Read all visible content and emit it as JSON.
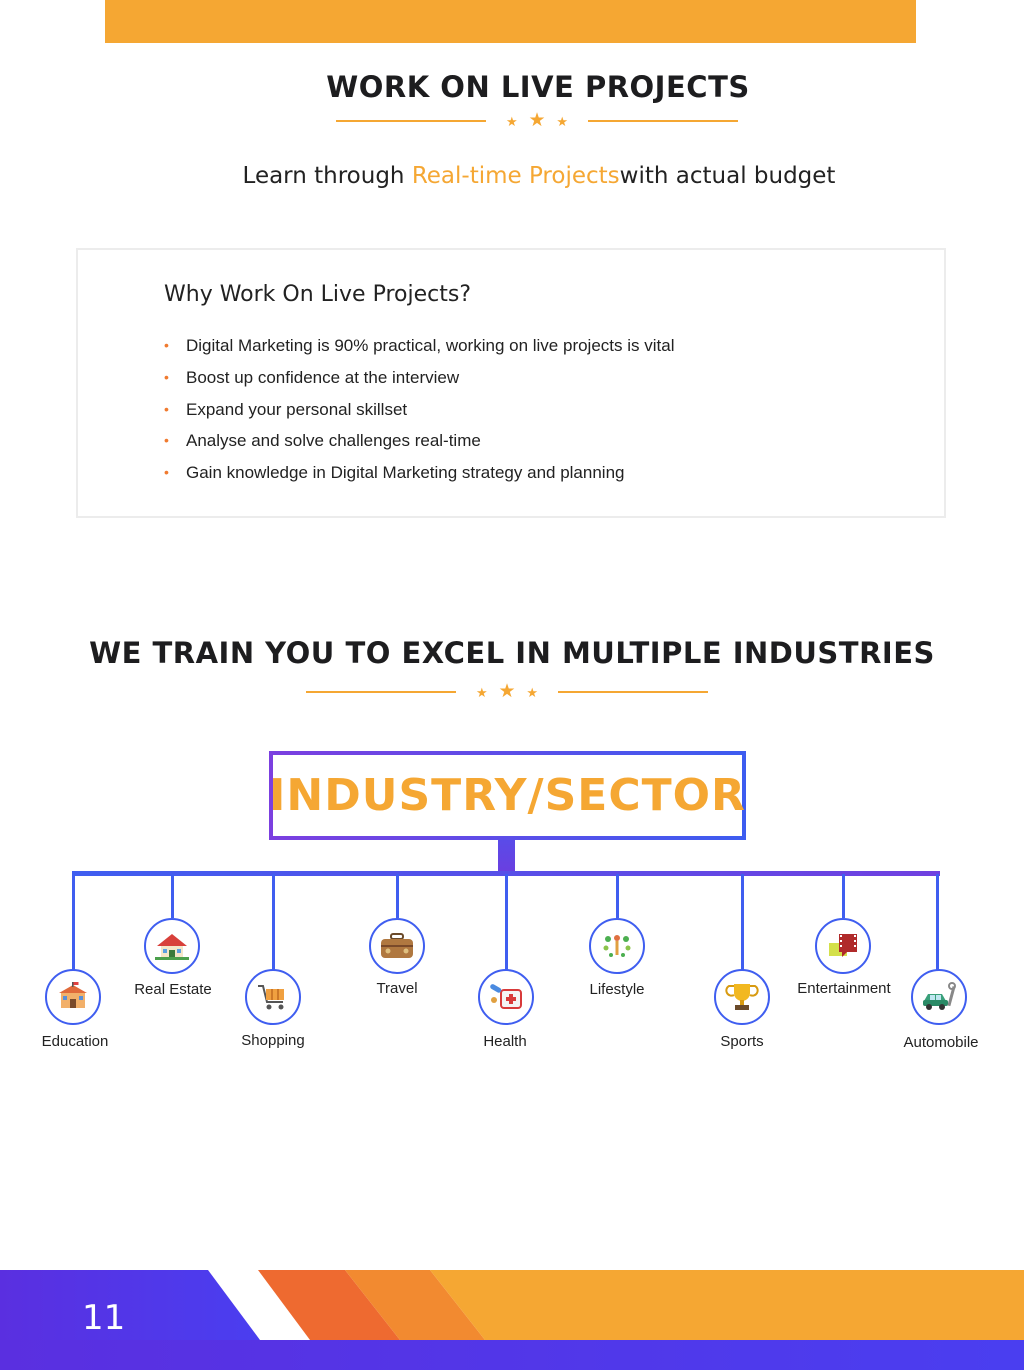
{
  "section1": {
    "title": "WORK ON LIVE PROJECTS",
    "subtitle_pre": "Learn through",
    "subtitle_highlight": "Real-time Projects",
    "subtitle_post": "with actual budget"
  },
  "why_box": {
    "heading": "Why Work On Live Projects?",
    "points": [
      "Digital Marketing is 90% practical, working on live projects is vital",
      "Boost up confidence at the interview",
      "Expand your personal skillset",
      "Analyse and solve challenges real-time",
      "Gain knowledge in Digital Marketing strategy and planning"
    ]
  },
  "section2": {
    "title": "WE TRAIN YOU TO EXCEL IN MULTIPLE INDUSTRIES",
    "root_label": "INDUSTRY/SECTOR"
  },
  "industries": [
    {
      "label": "Education",
      "icon": "school-building-icon"
    },
    {
      "label": "Real Estate",
      "icon": "house-icon"
    },
    {
      "label": "Shopping",
      "icon": "shopping-cart-icon"
    },
    {
      "label": "Travel",
      "icon": "suitcase-icon"
    },
    {
      "label": "Health",
      "icon": "medical-kit-icon"
    },
    {
      "label": "Lifestyle",
      "icon": "person-tree-icon"
    },
    {
      "label": "Sports",
      "icon": "trophy-icon"
    },
    {
      "label": "Entertainment",
      "icon": "film-screen-icon"
    },
    {
      "label": "Automobile",
      "icon": "car-wrench-icon"
    }
  ],
  "colors": {
    "accent_orange": "#f5a733",
    "bullet_orange": "#f07a2f",
    "accent_blue": "#3f5ef0",
    "accent_purple": "#6a3fe0"
  },
  "footer": {
    "page_number": "11"
  }
}
